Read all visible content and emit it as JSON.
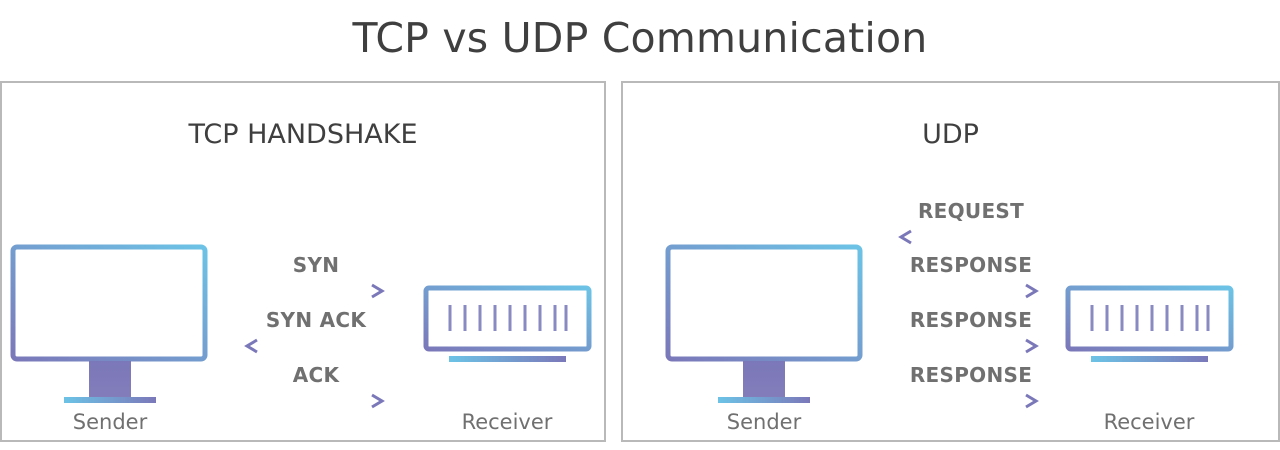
{
  "title": "TCP vs UDP Communication",
  "tcp": {
    "title": "TCP HANDSHAKE",
    "sender_label": "Sender",
    "receiver_label": "Receiver",
    "messages": [
      {
        "label": "SYN",
        "direction": "right"
      },
      {
        "label": "SYN ACK",
        "direction": "left"
      },
      {
        "label": "ACK",
        "direction": "right"
      }
    ]
  },
  "udp": {
    "title": "UDP",
    "sender_label": "Sender",
    "receiver_label": "Receiver",
    "messages": [
      {
        "label": "REQUEST",
        "direction": "left"
      },
      {
        "label": "RESPONSE",
        "direction": "right"
      },
      {
        "label": "RESPONSE",
        "direction": "right"
      },
      {
        "label": "RESPONSE",
        "direction": "right"
      }
    ]
  },
  "colors": {
    "gradient_start": "#7b78b9",
    "gradient_end": "#6cc3e6",
    "stand": "#837dba",
    "text_dark": "#3f3f3f",
    "text_gray": "#707070",
    "border": "#b9b9b9"
  }
}
